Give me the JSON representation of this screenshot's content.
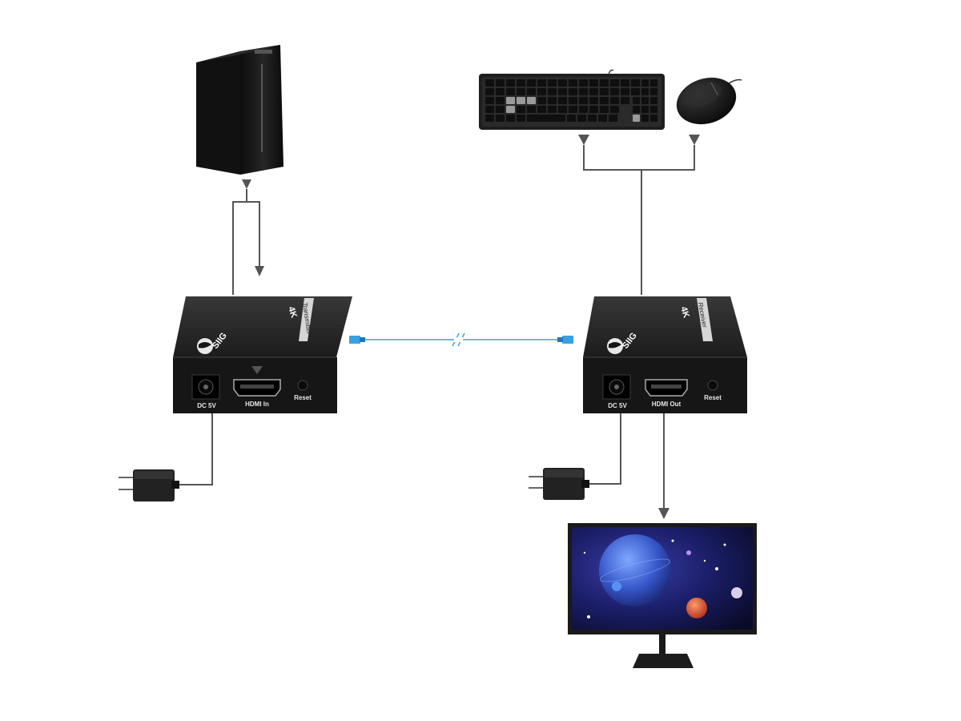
{
  "transmitter": {
    "brand": "SIIG",
    "model_badge": "4K",
    "side_text": "Transmitter",
    "ports": {
      "power": "DC 5V",
      "hdmi": "HDMI In",
      "reset": "Reset"
    }
  },
  "receiver": {
    "brand": "SIIG",
    "model_badge": "4K",
    "side_text": "Receiver",
    "ports": {
      "power": "DC 5V",
      "hdmi": "HDMI Out",
      "reset": "Reset"
    }
  },
  "devices": {
    "pc": "pc-tower-icon",
    "keyboard": "keyboard-icon",
    "mouse": "mouse-icon",
    "monitor": "monitor-icon",
    "adapter_left": "power-adapter-icon",
    "adapter_right": "power-adapter-icon"
  },
  "colors": {
    "box": "#1b1b1b",
    "box_top": "#2b2b2b",
    "cable": "#555555",
    "lan_cable": "#3aa0e0"
  }
}
